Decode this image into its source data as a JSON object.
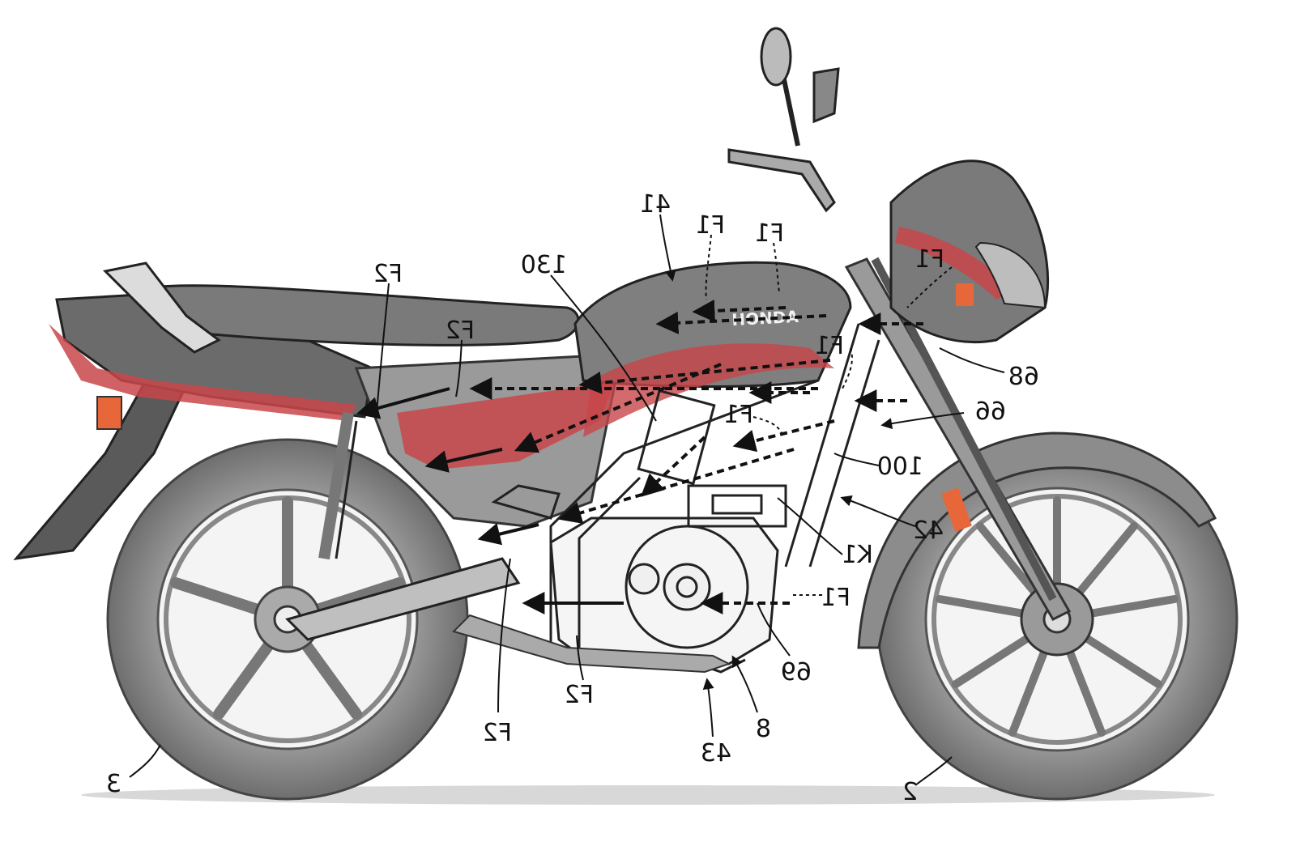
{
  "brand_text": "HONDA",
  "colors": {
    "body_gray": "#8a8a8a",
    "dark_gray": "#4a4a4a",
    "accent_red": "#c8464a",
    "orange": "#e8673a",
    "line": "#111111"
  },
  "reference_labels": {
    "r41": "41",
    "r130": "130",
    "f1_a": "F1",
    "f1_b": "F1",
    "f1_c": "F1",
    "f1_d": "F1",
    "f1_e": "F1",
    "f1_f": "F1",
    "f2_a": "F2",
    "f2_b": "F2",
    "f2_c": "F2",
    "f2_d": "F2",
    "r68": "68",
    "r66": "66",
    "r100": "100",
    "r42": "42",
    "k1": "K1",
    "r69": "69",
    "r8": "8",
    "r43": "43",
    "r3": "3",
    "r2": "2"
  },
  "flow_arrows": {
    "f1_air_flow": "F1",
    "f2_air_flow": "F2"
  }
}
